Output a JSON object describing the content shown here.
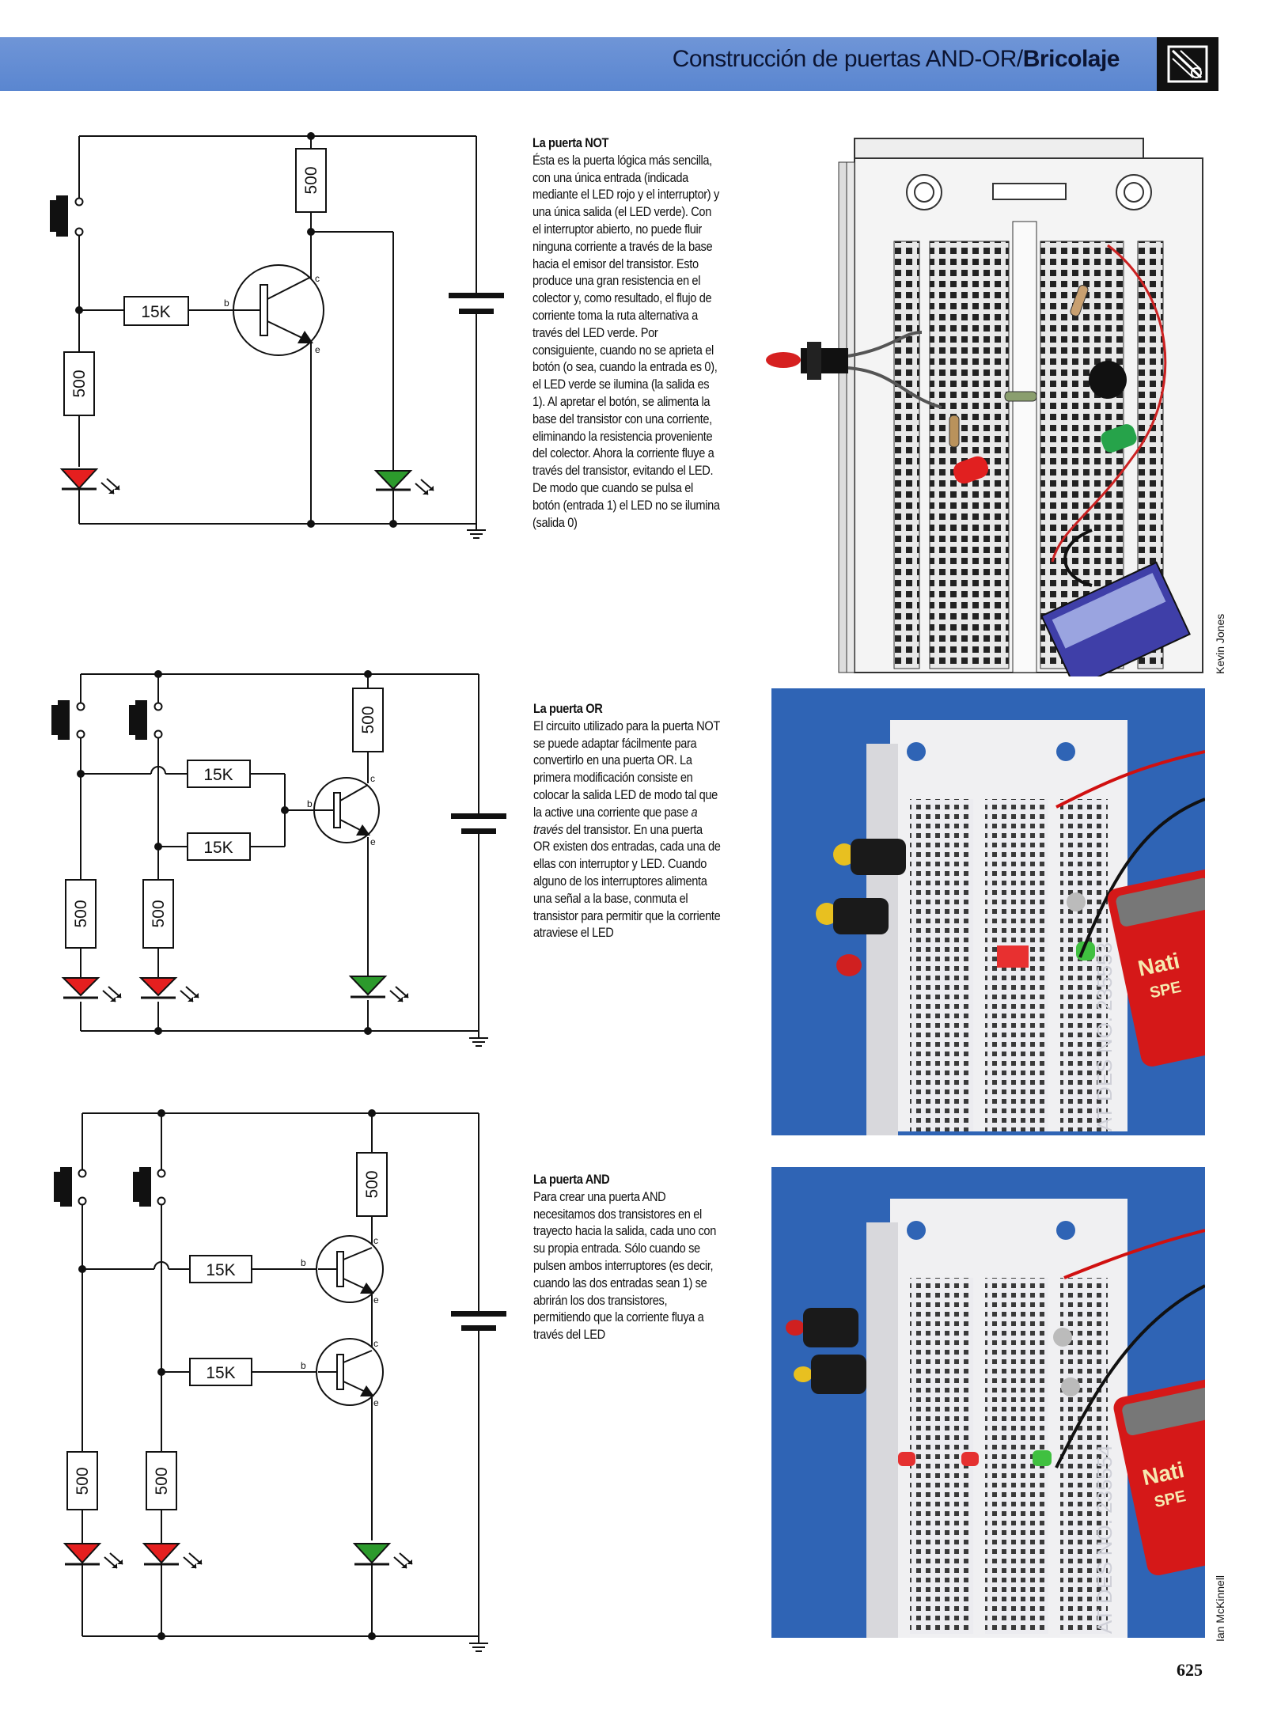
{
  "header": {
    "title_regular": "Construcción de puertas AND-OR/",
    "title_bold": "Bricolaje",
    "logo_icon": "section-logo-icon"
  },
  "labels": {
    "resistor_500": "500",
    "resistor_15k": "15K",
    "base": "b",
    "collector": "c",
    "emitter": "e"
  },
  "sections": {
    "not": {
      "title": "La puerta NOT",
      "body": "Ésta es la puerta lógica más sencilla, con una única entrada (indicada mediante el LED rojo y el interruptor) y una única salida (el LED verde). Con el interruptor abierto, no puede fluir ninguna corriente a través de la base hacia el emisor del transistor. Esto produce una gran resistencia en el colector y, como resultado, el flujo de corriente toma la ruta alternativa a través del LED verde. Por consiguiente, cuando no se aprieta el botón (o sea, cuando la entrada es 0), el LED verde se ilumina (la salida es 1). Al apretar el botón, se alimenta la base del transistor con una corriente, eliminando la resistencia proveniente del colector. Ahora la corriente fluye a través del transistor, evitando el LED. De modo que cuando se pulsa el botón (entrada 1) el LED no se ilumina (salida 0)"
    },
    "or": {
      "title": "La puerta OR",
      "body_before": "El circuito utilizado para la puerta NOT se puede adaptar fácilmente para convertirlo en una puerta OR. La primera modificación consiste en colocar la salida LED de modo tal que la active una corriente que pase ",
      "body_emphasis": "a través",
      "body_after": " del transistor. En una puerta OR existen dos entradas, cada una de ellas con interruptor y LED. Cuando alguno de los interruptores alimenta una señal a la base, conmuta el transistor para permitir que la corriente atraviese el LED"
    },
    "and": {
      "title": "La puerta AND",
      "body": "Para crear una puerta AND necesitamos dos transistores en el trayecto hacia la salida, cada uno con su propia entrada. Sólo cuando se pulsen ambos interruptores (es decir, cuando las dos entradas sean 1) se abrirán los dos transistores, permitiendo que la corriente fluya a través del LED"
    }
  },
  "photo_text": {
    "battery_brand": "Nati",
    "battery_line": "SPE",
    "board_stamp_or": "AT DES NO. 235553",
    "board_stamp_and": "AT DES NO. 235554"
  },
  "credits": {
    "illustration": "Kevin Jones",
    "photos": "Ian McKinnell"
  },
  "page_number": "625",
  "colors": {
    "header_blue": "#5f8bd3",
    "led_red": "#e51f1f",
    "led_green": "#2c9a2c",
    "photo_background": "#2f64b5"
  }
}
